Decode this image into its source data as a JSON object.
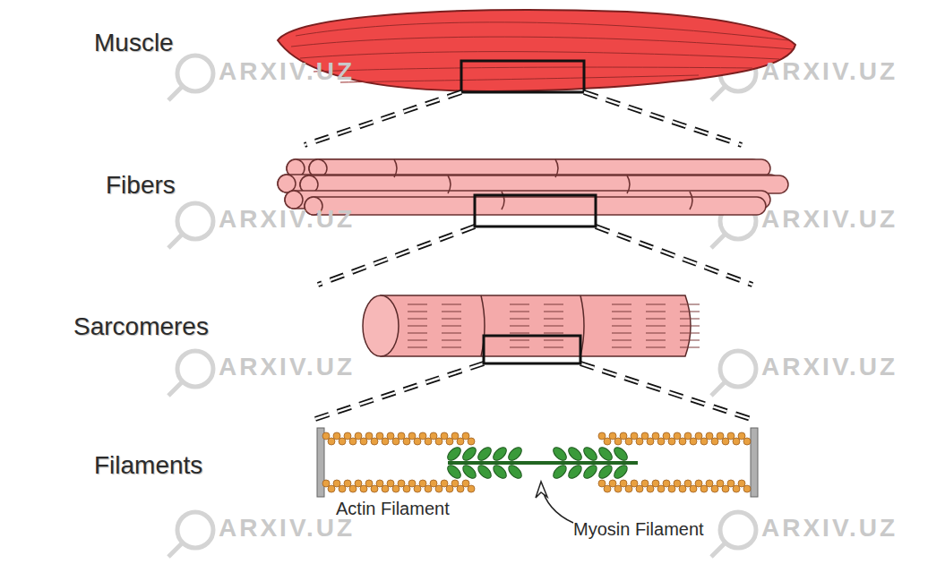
{
  "diagram": {
    "labels": [
      "Muscle",
      "Fibers",
      "Sarcomeres",
      "Filaments",
      "Actin Filament",
      "Myosin Filament",
      "ARXIV.UZ",
      "ARXIV.UZ",
      "ARXIV.UZ",
      "ARXIV.UZ",
      "ARXIV.UZ",
      "ARXIV.UZ",
      "ARXIV.UZ",
      "ARXIV.UZ"
    ]
  }
}
